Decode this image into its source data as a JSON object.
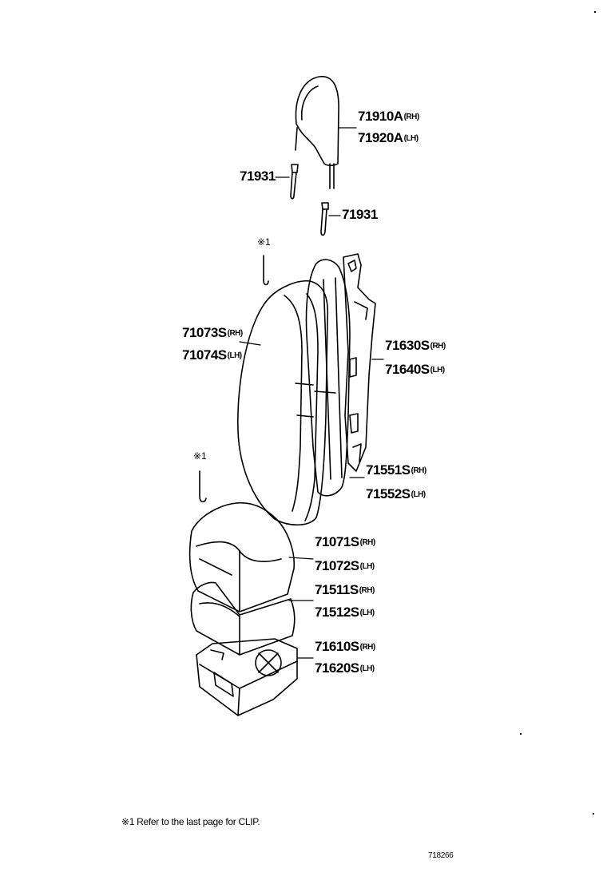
{
  "callouts": {
    "headrest_rh": {
      "pn": "71910A",
      "side": "(RH)"
    },
    "headrest_lh": {
      "pn": "71920A",
      "side": "(LH)"
    },
    "support_left": {
      "pn": "71931"
    },
    "support_right": {
      "pn": "71931"
    },
    "back_cover_rh": {
      "pn": "71073S",
      "side": "(RH)"
    },
    "back_cover_lh": {
      "pn": "71074S",
      "side": "(LH)"
    },
    "back_frame_rh": {
      "pn": "71630S",
      "side": "(RH)"
    },
    "back_frame_lh": {
      "pn": "71640S",
      "side": "(LH)"
    },
    "back_pad_rh": {
      "pn": "71551S",
      "side": "(RH)"
    },
    "back_pad_lh": {
      "pn": "71552S",
      "side": "(LH)"
    },
    "cush_cover_rh": {
      "pn": "71071S",
      "side": "(RH)"
    },
    "cush_cover_lh": {
      "pn": "71072S",
      "side": "(LH)"
    },
    "cush_pad_rh": {
      "pn": "71511S",
      "side": "(RH)"
    },
    "cush_pad_lh": {
      "pn": "71512S",
      "side": "(LH)"
    },
    "cush_frame_rh": {
      "pn": "71610S",
      "side": "(RH)"
    },
    "cush_frame_lh": {
      "pn": "71620S",
      "side": "(LH)"
    }
  },
  "clip_marks": {
    "upper": "※1",
    "lower": "※1"
  },
  "footnote": "※1  Refer to the last page for CLIP.",
  "reference_number": "718266"
}
